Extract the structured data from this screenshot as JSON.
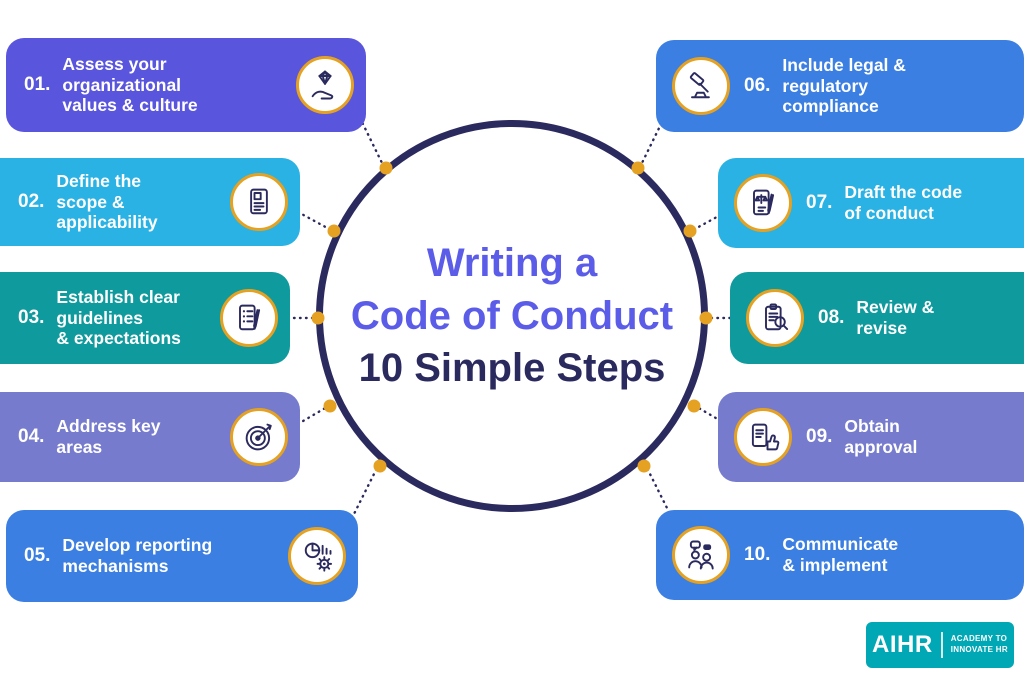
{
  "center": {
    "line1": "Writing a",
    "line2": "Code of Conduct",
    "line3": "10 Simple Steps"
  },
  "steps": [
    {
      "number": "01.",
      "label": "Assess your\norganizational\nvalues & culture",
      "icon": "gem-in-hand-icon",
      "color": "#5a55dd"
    },
    {
      "number": "02.",
      "label": "Define the\nscope &\napplicability",
      "icon": "document-scope-icon",
      "color": "#29b2e3"
    },
    {
      "number": "03.",
      "label": "Establish clear\nguidelines\n& expectations",
      "icon": "guidelines-checklist-icon",
      "color": "#0f9a9d"
    },
    {
      "number": "04.",
      "label": "Address key\nareas",
      "icon": "target-icon",
      "color": "#767bce"
    },
    {
      "number": "05.",
      "label": "Develop reporting\nmechanisms",
      "icon": "report-chart-gear-icon",
      "color": "#3b7fe2"
    },
    {
      "number": "06.",
      "label": "Include legal &\nregulatory\ncompliance",
      "icon": "gavel-icon",
      "color": "#3b7fe2"
    },
    {
      "number": "07.",
      "label": "Draft the code\nof conduct",
      "icon": "draft-document-pen-icon",
      "color": "#29b2e3"
    },
    {
      "number": "08.",
      "label": "Review &\nrevise",
      "icon": "clipboard-magnifier-icon",
      "color": "#0f9a9d"
    },
    {
      "number": "09.",
      "label": "Obtain\napproval",
      "icon": "approval-thumbs-up-icon",
      "color": "#767bce"
    },
    {
      "number": "10.",
      "label": "Communicate\n& implement",
      "icon": "people-chat-icon",
      "color": "#3b7fe2"
    }
  ],
  "logo": {
    "brand": "AIHR",
    "tagline_line1": "ACADEMY TO",
    "tagline_line2": "INNOVATE HR",
    "color": "#00a7b5"
  },
  "colors": {
    "gold": "#e5a222",
    "navy": "#2b2a5e",
    "purple": "#5b5ce8"
  }
}
